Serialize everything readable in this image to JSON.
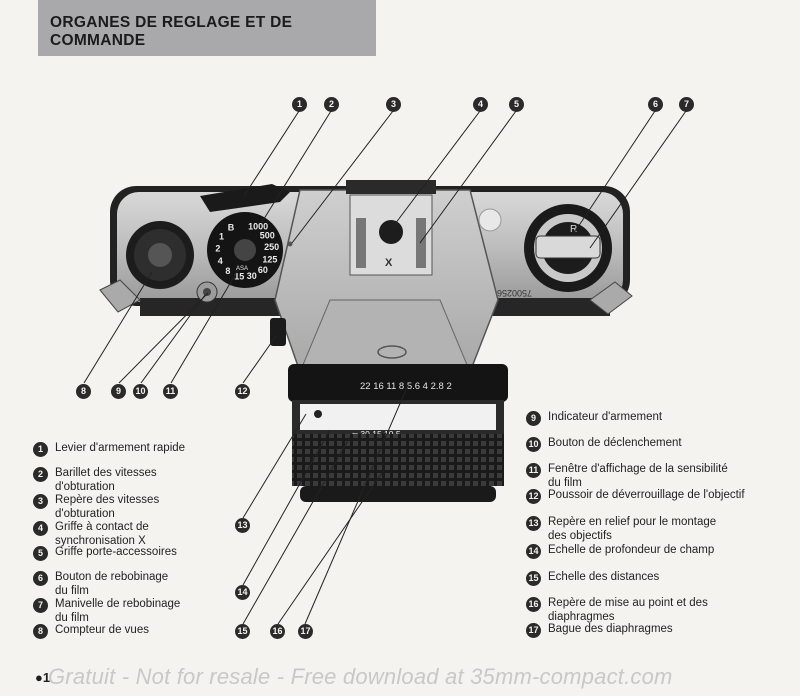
{
  "header": {
    "title_line1": "ORGANES DE REGLAGE ET DE",
    "title_line2": "COMMANDE"
  },
  "camera": {
    "serial": "7500256",
    "speed_dial": [
      "1000",
      "500",
      "250",
      "125",
      "60",
      "30",
      "15",
      "8",
      "4",
      "2",
      "1",
      "B"
    ],
    "asa_label": "ASA",
    "x_mark": "X",
    "rewind_mark": "R",
    "distance_scale": "22 16 11 8 5.6 4 2.8 2",
    "focus_scale": "∞ 30 15 10 5"
  },
  "callouts": [
    {
      "n": "1",
      "text": "Levier d'armement rapide"
    },
    {
      "n": "2",
      "text": "Barillet des vitesses d'obturation",
      "line1": "Barillet des vitesses",
      "line2": "d'obturation"
    },
    {
      "n": "3",
      "text": "Repère des vitesses d'obturation",
      "line1": "Repère des vitesses",
      "line2": "d'obturation"
    },
    {
      "n": "4",
      "text": "Griffe à contact de synchronisation X",
      "line1": "Griffe à contact de",
      "line2": "synchronisation X"
    },
    {
      "n": "5",
      "text": "Griffe porte-accessoires"
    },
    {
      "n": "6",
      "text": "Bouton de rebobinage du film",
      "line1": "Bouton de rebobinage",
      "line2": "du film"
    },
    {
      "n": "7",
      "text": "Manivelle de rebobinage du film",
      "line1": "Manivelle de rebobinage",
      "line2": "du film"
    },
    {
      "n": "8",
      "text": "Compteur de vues"
    },
    {
      "n": "9",
      "text": "Indicateur d'armement"
    },
    {
      "n": "10",
      "text": "Bouton de déclenchement"
    },
    {
      "n": "11",
      "text": "Fenêtre d'affichage de la sensibilité du film",
      "line1": "Fenêtre d'affichage de la sensibilité",
      "line2": "du film"
    },
    {
      "n": "12",
      "text": "Poussoir de déverrouillage de l'objectif"
    },
    {
      "n": "13",
      "text": "Repère en relief pour le montage des objectifs",
      "line1": "Repère en relief pour le montage",
      "line2": "des objectifs"
    },
    {
      "n": "14",
      "text": "Echelle de profondeur de champ"
    },
    {
      "n": "15",
      "text": "Echelle des distances"
    },
    {
      "n": "16",
      "text": "Repère de mise au point et des diaphragmes",
      "line1": "Repère de mise au point et des",
      "line2": "diaphragmes"
    },
    {
      "n": "17",
      "text": "Bague des diaphragmes"
    }
  ],
  "page_marker": "●1",
  "footer": "Gratuit - Not for resale - Free download at 35mm-compact.com"
}
